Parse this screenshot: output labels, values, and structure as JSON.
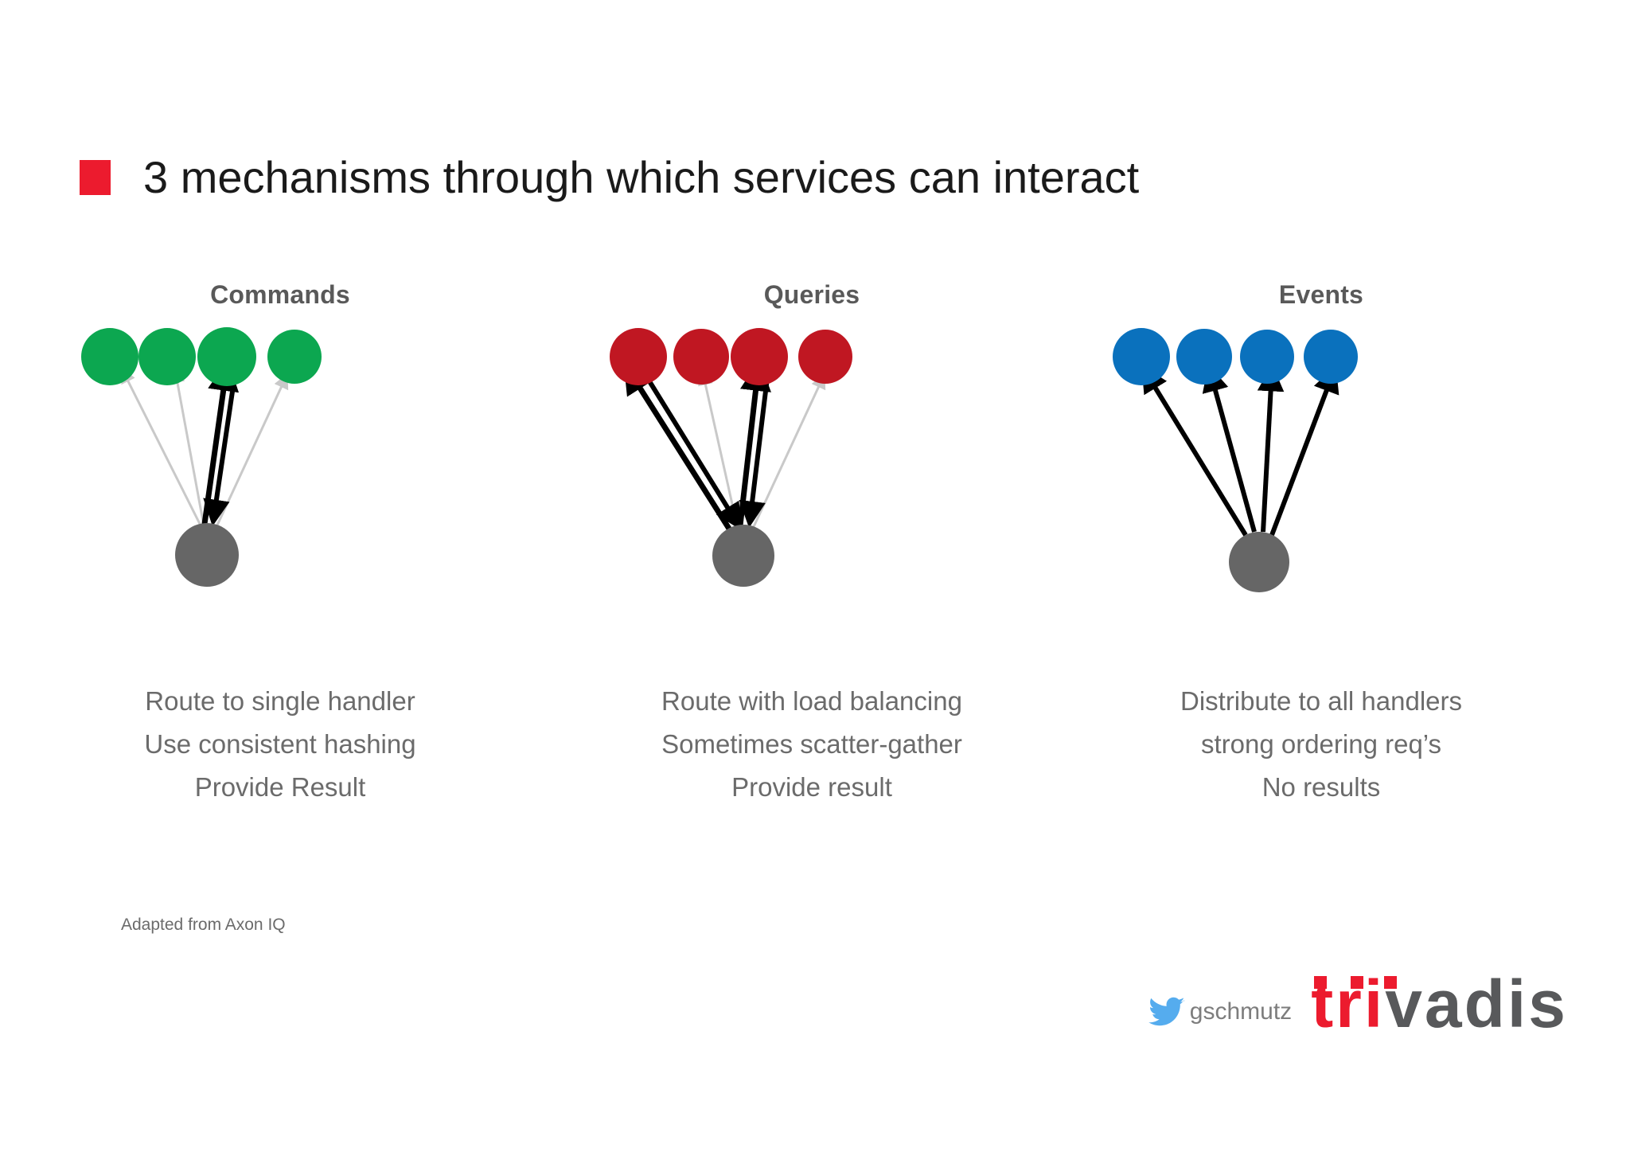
{
  "slide": {
    "title": "3 mechanisms through which services can interact",
    "bullet_color": "#EC1B2E",
    "attribution": "Adapted from Axon IQ",
    "background": "#FFFFFF"
  },
  "columns": [
    {
      "header": "Commands",
      "node_color": "#0CA750",
      "hub_color": "#666666",
      "node_count": 4,
      "lines": [
        "Route to single handler",
        "Use consistent hashing",
        "Provide Result"
      ],
      "arrows": {
        "faint_targets": [
          1,
          2,
          4
        ],
        "bold_bidirectional_targets": [
          3
        ],
        "bold_single_targets": []
      }
    },
    {
      "header": "Queries",
      "node_color": "#C01722",
      "hub_color": "#666666",
      "node_count": 4,
      "lines": [
        "Route with load balancing",
        "Sometimes scatter-gather",
        "Provide result"
      ],
      "arrows": {
        "faint_targets": [
          2,
          4
        ],
        "bold_bidirectional_targets": [
          1,
          3
        ],
        "bold_single_targets": []
      }
    },
    {
      "header": "Events",
      "node_color": "#0A71BD",
      "hub_color": "#666666",
      "node_count": 4,
      "lines": [
        "Distribute to all handlers",
        "strong ordering req’s",
        "No results"
      ],
      "arrows": {
        "faint_targets": [],
        "bold_bidirectional_targets": [],
        "bold_single_targets": [
          1,
          2,
          3,
          4
        ]
      }
    }
  ],
  "footer": {
    "twitter_handle": "gschmutz",
    "twitter_icon_color": "#55ACEE",
    "logo_part_1": "tri",
    "logo_part_2": "vadis",
    "logo_color_1": "#EC1B2E",
    "logo_color_2": "#58595B"
  }
}
